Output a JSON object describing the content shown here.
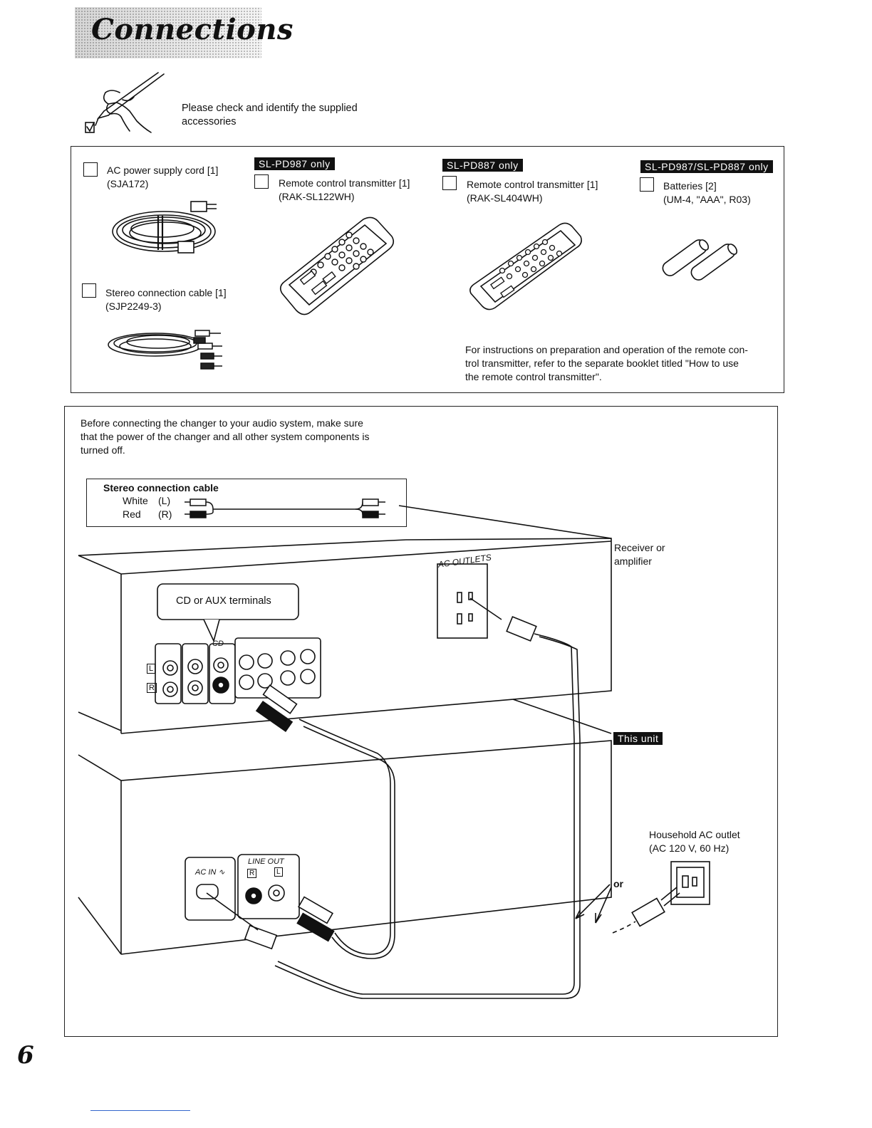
{
  "header": {
    "title": "Connections"
  },
  "intro": {
    "line1": "Please check and identify the supplied",
    "line2": "accessories"
  },
  "accessories": [
    {
      "name": "AC power supply cord [1]",
      "code": "(SJA172)"
    },
    {
      "name": "Stereo connection cable [1]",
      "code": "(SJP2249-3)"
    },
    {
      "badge": "SL-PD987 only",
      "name": "Remote control transmitter [1]",
      "code": "(RAK-SL122WH)"
    },
    {
      "badge": "SL-PD887 only",
      "name": "Remote control transmitter [1]",
      "code": "(RAK-SL404WH)"
    },
    {
      "badge": "SL-PD987/SL-PD887 only",
      "name": "Batteries [2]",
      "code": "(UM-4, \"AAA\", R03)"
    }
  ],
  "remote_note": {
    "line1": "For instructions on preparation and operation of the remote con-",
    "line2": "trol transmitter, refer to the separate booklet titled \"How to use",
    "line3": "the remote control transmitter\"."
  },
  "before": {
    "line1": "Before connecting the changer to your audio system, make sure",
    "line2": "that the power of the changer and all other system components is",
    "line3": "turned off."
  },
  "cable_legend": {
    "title": "Stereo connection cable",
    "white": "White",
    "white_ch": "(L)",
    "red": "Red",
    "red_ch": "(R)"
  },
  "diagram": {
    "receiver_line1": "Receiver or",
    "receiver_line2": "amplifier",
    "ac_outlets": "AC OUTLETS",
    "cd_aux": "CD or AUX terminals",
    "cd": "CD",
    "left_ch": "L",
    "right_ch": "R",
    "this_unit": "This unit",
    "ac_in": "AC IN",
    "line_out": "LINE OUT",
    "household_line1": "Household AC outlet",
    "household_line2": "(AC 120 V, 60 Hz)",
    "or": "or"
  },
  "footer": {
    "page": "6"
  }
}
